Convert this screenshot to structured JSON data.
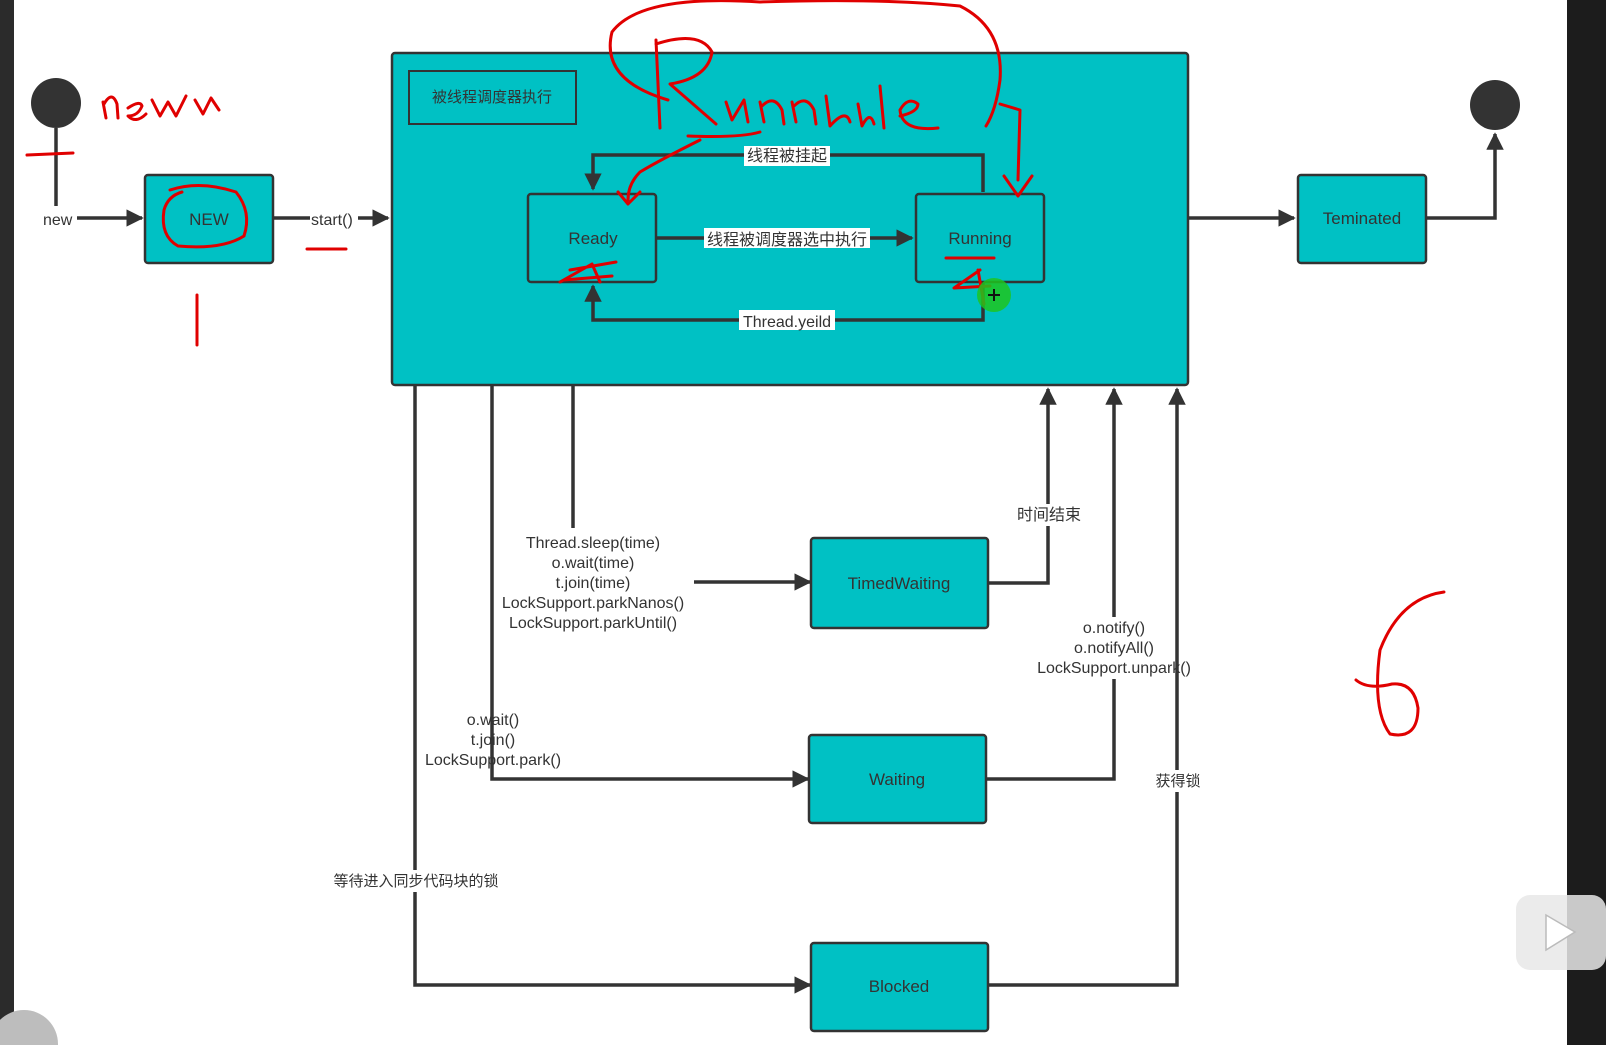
{
  "diagram": {
    "runnable_caption": "被线程调度器执行",
    "nodes": {
      "new": "NEW",
      "ready": "Ready",
      "running": "Running",
      "terminated": "Teminated",
      "timed_waiting": "TimedWaiting",
      "waiting": "Waiting",
      "blocked": "Blocked"
    },
    "edges": {
      "new": "new",
      "start": "start()",
      "suspended": "线程被挂起",
      "scheduled": "线程被调度器选中执行",
      "yield": "Thread.yeild",
      "timed_calls": [
        "Thread.sleep(time)",
        "o.wait(time)",
        "t.join(time)",
        "LockSupport.parkNanos()",
        "LockSupport.parkUntil()"
      ],
      "time_over": "时间结束",
      "notify_calls": [
        "o.notify()",
        "o.notifyAll()",
        "LockSupport.unpark()"
      ],
      "wait_calls": [
        "o.wait()",
        "t.join()",
        "LockSupport.park()"
      ],
      "acquire_lock": "获得锁",
      "wait_lock": "等待进入同步代码块的锁"
    },
    "colors": {
      "box_fill": "#00c1c4",
      "stroke": "#333333",
      "annotation": "#e00000",
      "cursor": "#1fc41f"
    },
    "annotations": {
      "handwriting_words": [
        "new",
        "Runnable"
      ],
      "handwriting_digits": [
        "1",
        "6"
      ]
    }
  }
}
